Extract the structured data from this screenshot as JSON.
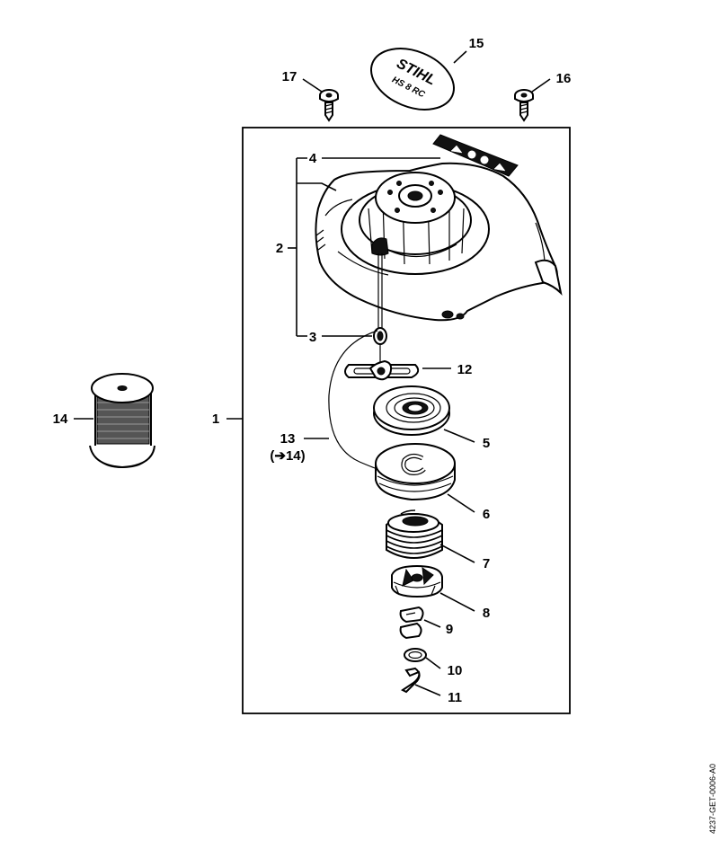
{
  "labels": {
    "p1": "1",
    "p2": "2",
    "p3": "3",
    "p4": "4",
    "p5": "5",
    "p6": "6",
    "p7": "7",
    "p8": "8",
    "p9": "9",
    "p10": "10",
    "p11": "11",
    "p12": "12",
    "p13": "13",
    "p13ref": "(➔14)",
    "p14": "14",
    "p15": "15",
    "p16": "16",
    "p17": "17"
  },
  "sticker": {
    "brand": "STIHL",
    "model": "HS 8 RC"
  },
  "doc_id": "4237-GET-0006-A0"
}
